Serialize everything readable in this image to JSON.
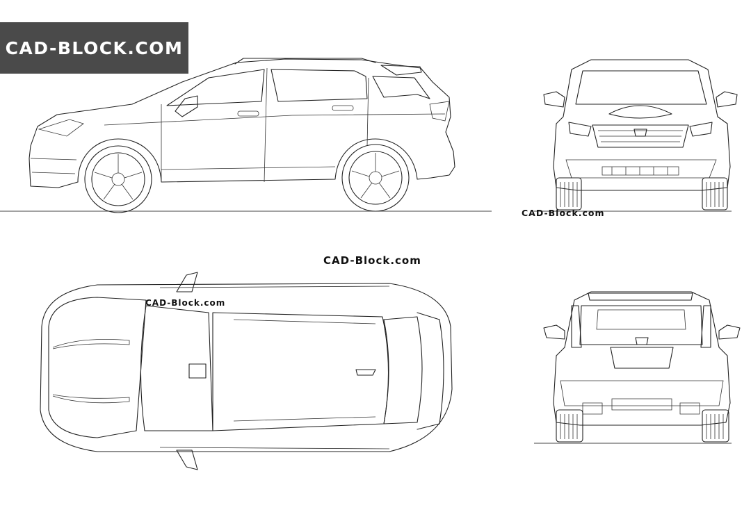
{
  "brand": {
    "badge_text": "CAD-BLOCK.COM"
  },
  "watermarks": {
    "front": "CAD-Block.com",
    "center": "CAD-Block.com",
    "top": "CAD-Block.com"
  },
  "views": [
    "side-view",
    "front-view",
    "top-view",
    "rear-view"
  ],
  "colors": {
    "badge_bg": "#4a4a4a",
    "line": "#222222",
    "background": "#ffffff"
  }
}
